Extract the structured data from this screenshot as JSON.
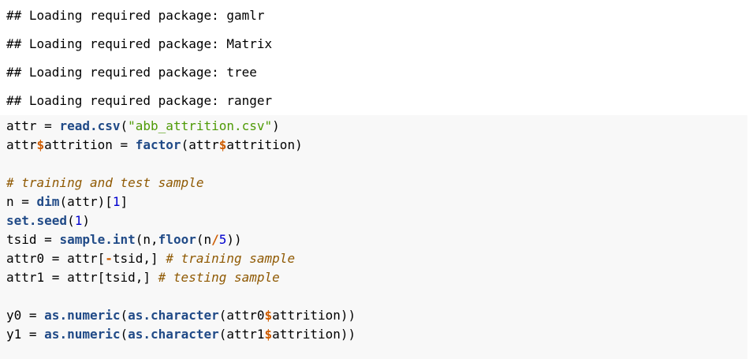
{
  "console_output": [
    "## Loading required package: gamlr",
    "## Loading required package: Matrix",
    "## Loading required package: tree",
    "## Loading required package: ranger"
  ],
  "code": {
    "l1": {
      "a": "attr = ",
      "b": "read.csv",
      "c": "(",
      "d": "\"abb_attrition.csv\"",
      "e": ")"
    },
    "l2": {
      "a": "attr",
      "b": "$",
      "c": "attrition = ",
      "d": "factor",
      "e": "(attr",
      "f": "$",
      "g": "attrition)"
    },
    "l4": {
      "a": "# training and test sample"
    },
    "l5": {
      "a": "n = ",
      "b": "dim",
      "c": "(attr)[",
      "d": "1",
      "e": "]"
    },
    "l6": {
      "a": "set.seed",
      "b": "(",
      "c": "1",
      "d": ")"
    },
    "l7": {
      "a": "tsid = ",
      "b": "sample.int",
      "c": "(n,",
      "d": "floor",
      "e": "(n",
      "f": "/",
      "g": "5",
      "h": "))"
    },
    "l8": {
      "a": "attr0 = attr[",
      "b": "-",
      "c": "tsid,] ",
      "d": "# training sample"
    },
    "l9": {
      "a": "attr1 = attr[tsid,] ",
      "b": "# testing sample"
    },
    "l11": {
      "a": "y0 = ",
      "b": "as.numeric",
      "c": "(",
      "d": "as.character",
      "e": "(attr0",
      "f": "$",
      "g": "attrition))"
    },
    "l12": {
      "a": "y1 = ",
      "b": "as.numeric",
      "c": "(",
      "d": "as.character",
      "e": "(attr1",
      "f": "$",
      "g": "attrition))"
    }
  }
}
